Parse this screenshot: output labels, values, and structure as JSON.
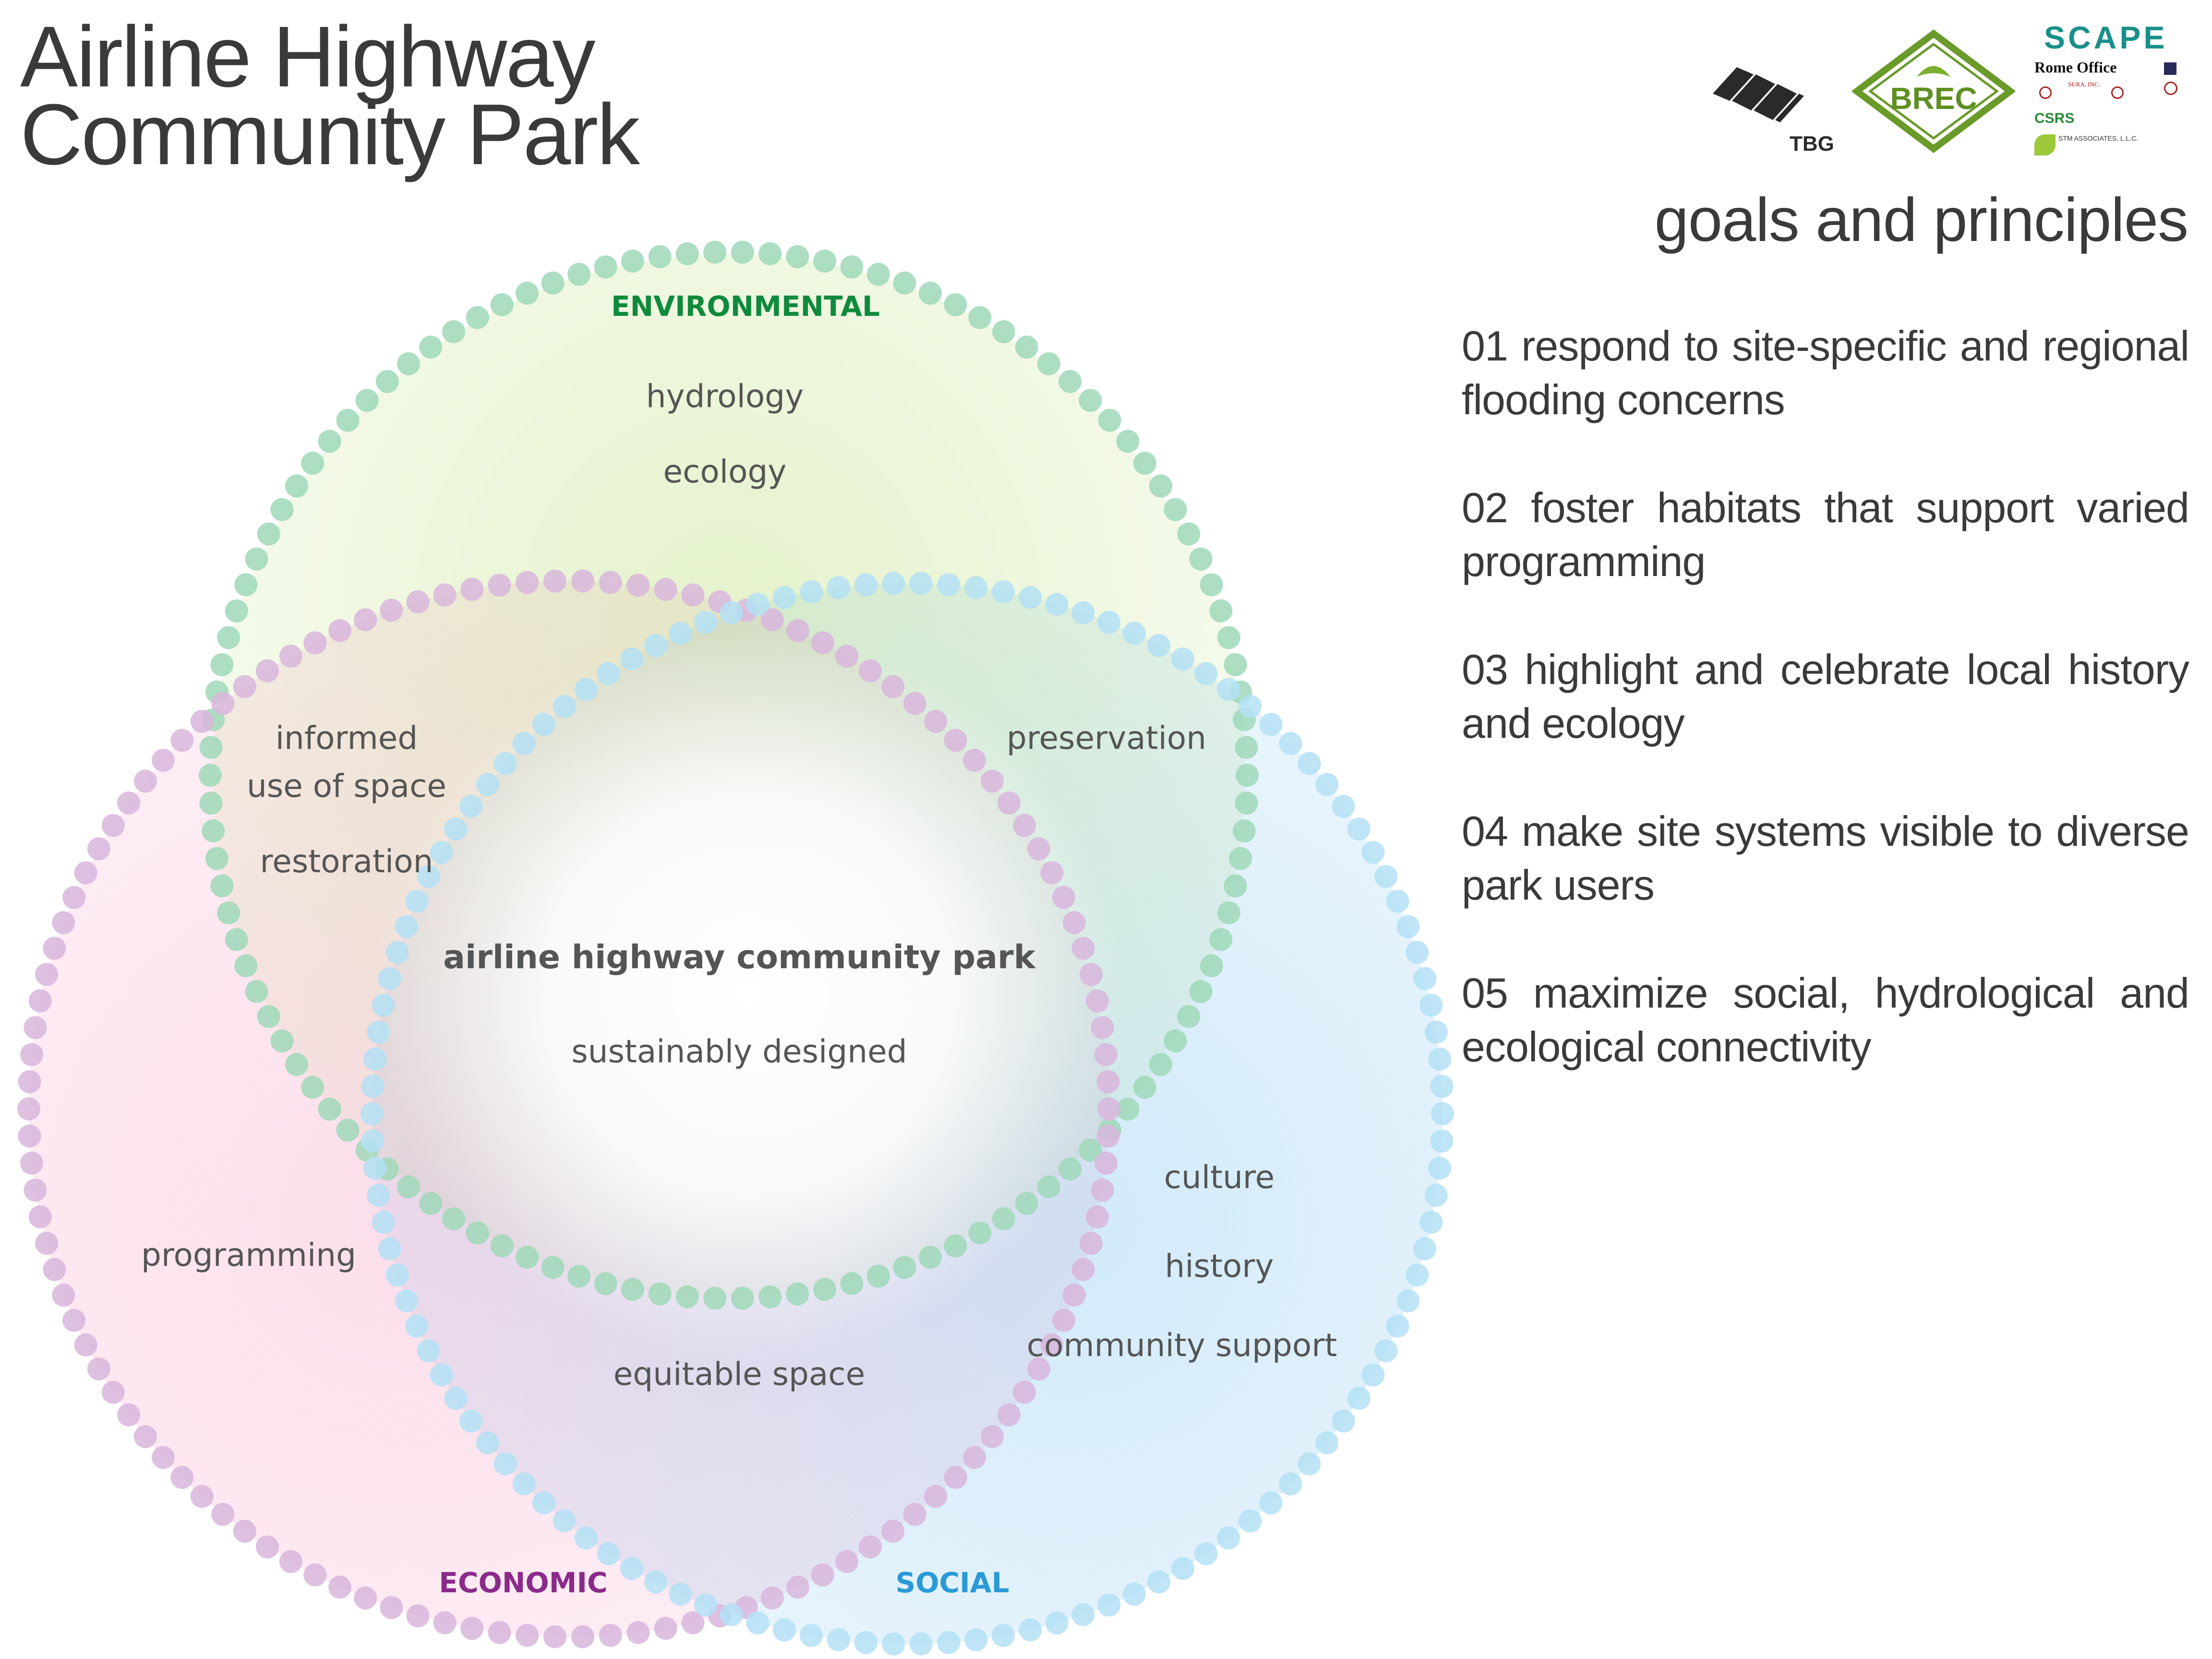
{
  "title": {
    "line1": "Airline Highway",
    "line2": "Community Park"
  },
  "logos": {
    "tbg": "TBG",
    "brec": "BREC",
    "scape": "SCAPE",
    "rome_office": "Rome Office",
    "sura": "SURA, INC.",
    "csrs": "CSRS",
    "stm": "STM ASSOCIATES, L.L.C."
  },
  "goals_heading": "goals and principles",
  "goals": [
    "01 respond to site-specific and regional flooding concerns",
    "02 foster habitats that support varied programming",
    "03 highlight and celebrate local history and ecology",
    "04 make site systems visible to diverse park users",
    "05 maximize social, hydrological and ecological connectivity"
  ],
  "diagram": {
    "sets": {
      "environmental": {
        "label": "ENVIRONMENTAL",
        "color": "#0f8a3c",
        "dot_color": "#9fd8b8",
        "fill": "#e9f4d4"
      },
      "economic": {
        "label": "ECONOMIC",
        "color": "#8a2a8a",
        "dot_color": "#d8b6dc",
        "fill": "#fbe0ec"
      },
      "social": {
        "label": "SOCIAL",
        "color": "#2a9ad6",
        "dot_color": "#b4e0f4",
        "fill": "#d8eefa"
      }
    },
    "labels": {
      "hydrology": "hydrology",
      "ecology": "ecology",
      "informed_line1": "informed",
      "informed_line2": "use of space",
      "restoration": "restoration",
      "preservation": "preservation",
      "center_title": "airline highway community park",
      "center_sub": "sustainably designed",
      "culture": "culture",
      "history": "history",
      "community_support": "community support",
      "programming": "programming",
      "equitable_space": "equitable space"
    }
  }
}
